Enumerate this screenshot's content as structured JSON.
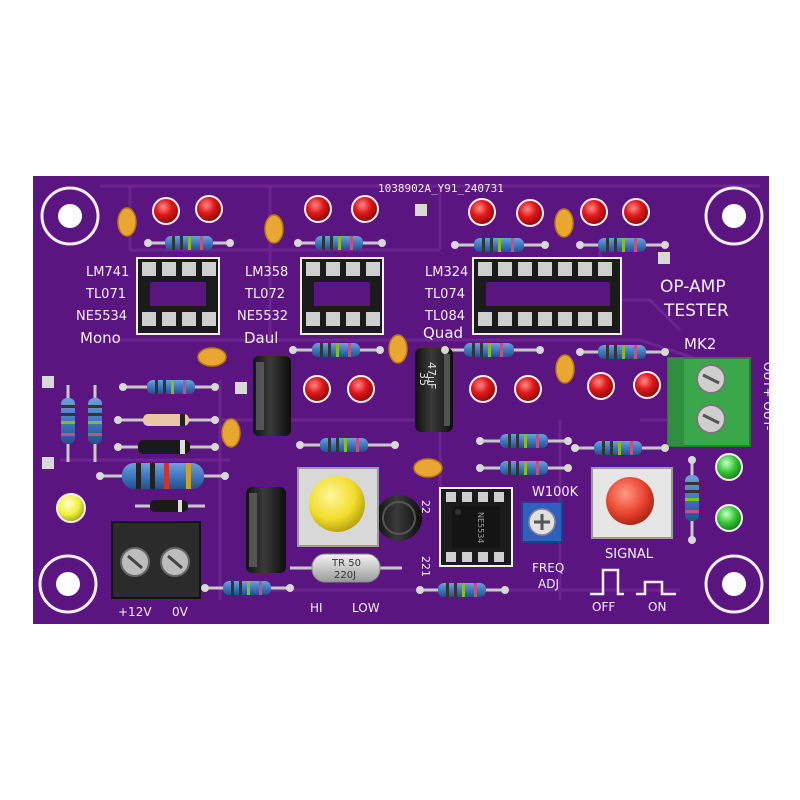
{
  "board": {
    "serial": "1038902A_Y91_240731",
    "title_line1": "OP-AMP",
    "title_line2": "TESTER",
    "output_connector": "MK2",
    "output_label": "OUT+ OUT-",
    "power_label_pos": "+12V",
    "power_label_neg": "0V"
  },
  "sockets": [
    {
      "parts": [
        "LM741",
        "TL071",
        "NE5534"
      ],
      "type": "Mono"
    },
    {
      "parts": [
        "LM358",
        "TL072",
        "NE5532"
      ],
      "type": "Daul"
    },
    {
      "parts": [
        "LM324",
        "TL074",
        "TL084"
      ],
      "type": "Quad"
    }
  ],
  "controls": {
    "switch_hi": "HI",
    "switch_low": "LOW",
    "reed_label_1": "TR 50",
    "reed_label_2": "220J",
    "trimmer_value": "W100K",
    "trimmer_label_1": "FREQ",
    "trimmer_label_2": "ADJ",
    "signal_button": "SIGNAL",
    "off_label": "OFF",
    "on_label": "ON",
    "chip_label": "NE5534",
    "cap_label_22": "22",
    "cap_label_221": "221"
  },
  "capacitors": {
    "cap_a_value": "47µF",
    "cap_a_volt": "35"
  },
  "colors": {
    "background": "#ffffff",
    "pcb": "#5b1580",
    "pcb_trace": "#6c2491",
    "silkscreen": "#f4eef6",
    "led_red": "#e01818",
    "led_green": "#35c835",
    "led_yellow": "#f2f23a",
    "terminal_green": "#3aa84a",
    "terminal_black": "#2b2b2b",
    "button_yellow": "#f2de2a",
    "button_red": "#e8432f",
    "ceramic_cap": "#e9a630",
    "trimmer_blue": "#2f5fbf"
  }
}
